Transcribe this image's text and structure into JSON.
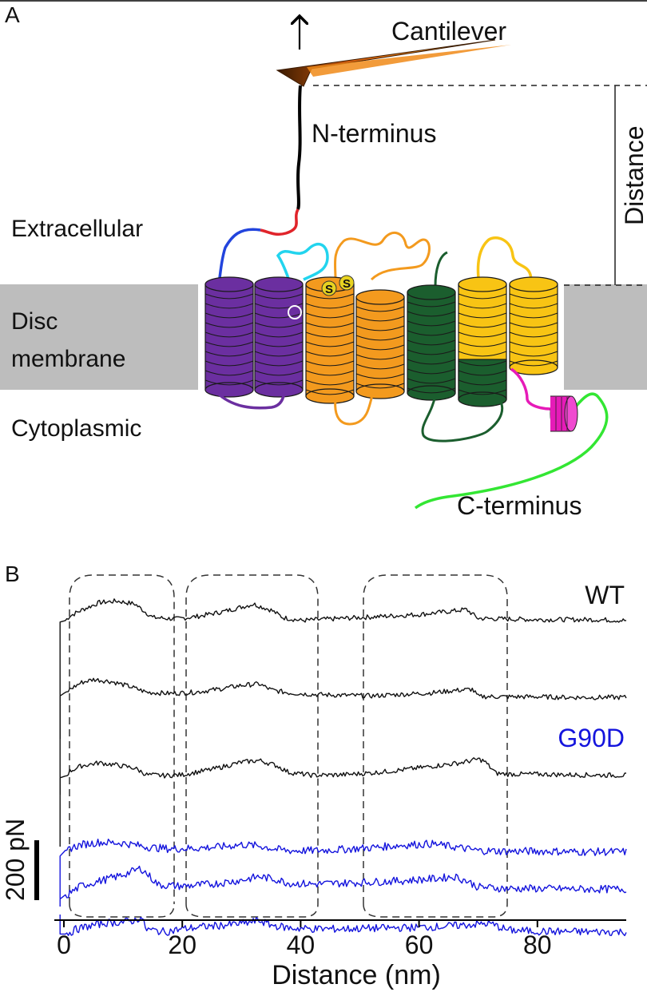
{
  "panels": {
    "a": {
      "letter": "A",
      "labels": {
        "cantilever": "Cantilever",
        "n_terminus": "N-terminus",
        "distance": "Distance",
        "extracellular": "Extracellular",
        "disc_line1": "Disc",
        "disc_line2": "membrane",
        "cytoplasmic": "Cytoplasmic",
        "c_terminus": "C-terminus",
        "disulfide_s1": "S",
        "disulfide_s2": "S"
      },
      "colors": {
        "membrane": "#bdbdbd",
        "helix_1_2": "#6b2fa0",
        "helix_3_4": "#f39a1e",
        "helix_5": "#1b5e2e",
        "helix_6_7": "#f8c414",
        "helix_8": "#e61bb8",
        "n_tail_red": "#e0242a",
        "n_tail_blue": "#2244dd",
        "loop_cyan": "#22d4ee",
        "c_tail_green": "#33e633",
        "cantilever": "#e07810"
      }
    },
    "b": {
      "letter": "B",
      "scale_bar_label": "200 pN",
      "chart_data": {
        "type": "line",
        "xlabel": "Distance (nm)",
        "ylabel": "",
        "xlim": [
          -2,
          95
        ],
        "x_ticks": [
          0,
          20,
          40,
          60,
          80
        ],
        "scale_bar": {
          "value": 200,
          "unit": "pN"
        },
        "series": [
          {
            "name": "WT",
            "color": "#111111",
            "label_shown": true,
            "x": [
              0,
              1,
              3,
              6,
              9,
              12,
              15,
              19,
              23,
              27,
              30,
              32,
              35,
              37,
              40,
              45,
              50,
              55,
              60,
              65,
              68,
              70,
              75,
              80,
              85,
              90,
              95
            ],
            "y": [
              310,
              330,
              350,
              375,
              380,
              370,
              325,
              320,
              330,
              345,
              360,
              370,
              350,
              325,
              315,
              320,
              325,
              330,
              335,
              345,
              352,
              322,
              320,
              318,
              318,
              318,
              315
            ]
          },
          {
            "name": "",
            "color": "#111111",
            "label_shown": false,
            "x": [
              0,
              1,
              3,
              5,
              8,
              11,
              14,
              18,
              22,
              26,
              30,
              33,
              35,
              38,
              42,
              47,
              52,
              57,
              62,
              66,
              69,
              70,
              75,
              80,
              85,
              90,
              95
            ],
            "y": [
              250,
              272,
              295,
              305,
              298,
              282,
              262,
              258,
              262,
              272,
              285,
              290,
              270,
              260,
              255,
              252,
              250,
              255,
              260,
              268,
              272,
              248,
              247,
              247,
              245,
              245,
              245
            ]
          },
          {
            "name": "",
            "color": "#111111",
            "label_shown": false,
            "x": [
              0,
              1,
              3,
              6,
              9,
              12,
              14,
              17,
              20,
              25,
              30,
              33,
              36,
              38,
              42,
              47,
              52,
              57,
              62,
              67,
              70,
              71,
              73,
              75,
              80,
              85,
              95
            ],
            "y": [
              150,
              172,
              190,
              200,
              192,
              182,
              160,
              157,
              160,
              178,
              202,
              208,
              190,
              168,
              158,
              160,
              166,
              176,
              188,
              200,
              212,
              206,
              165,
              162,
              162,
              160,
              158
            ]
          },
          {
            "name": "G90D",
            "color": "#1414dd",
            "label_shown": true,
            "x": [
              0,
              1,
              3,
              6,
              10,
              13,
              15,
              18,
              22,
              26,
              30,
              33,
              36,
              38,
              42,
              47,
              52,
              57,
              62,
              66,
              70,
              74,
              78,
              82,
              86,
              90,
              95
            ],
            "y": [
              62,
              88,
              100,
              108,
              105,
              96,
              90,
              86,
              88,
              92,
              100,
              96,
              84,
              80,
              80,
              84,
              90,
              98,
              103,
              92,
              80,
              78,
              78,
              78,
              76,
              76,
              76
            ]
          },
          {
            "name": "",
            "color": "#1414dd",
            "label_shown": false,
            "x": [
              0,
              1,
              3,
              6,
              9,
              12,
              13,
              14,
              16,
              20,
              25,
              30,
              33,
              36,
              38,
              42,
              47,
              52,
              57,
              62,
              66,
              68,
              70,
              75,
              80,
              88,
              95
            ],
            "y": [
              -55,
              -35,
              -10,
              5,
              20,
              40,
              48,
              30,
              -8,
              -12,
              -5,
              8,
              20,
              10,
              -2,
              -5,
              -2,
              2,
              6,
              12,
              20,
              6,
              -15,
              -20,
              -20,
              -22,
              -22
            ]
          },
          {
            "name": "",
            "color": "#1414dd",
            "label_shown": false,
            "x": [
              0,
              1,
              2,
              4,
              7,
              10,
              12,
              13,
              14,
              17,
              20,
              24,
              28,
              31,
              33,
              35,
              38,
              42,
              47,
              52,
              58,
              64,
              70,
              72,
              75,
              80,
              90,
              95
            ],
            "y": [
              -145,
              -140,
              -130,
              -120,
              -108,
              -105,
              -100,
              -88,
              -130,
              -138,
              -128,
              -120,
              -114,
              -108,
              -100,
              -115,
              -125,
              -128,
              -128,
              -126,
              -124,
              -120,
              -112,
              -110,
              -132,
              -136,
              -138,
              -138
            ]
          }
        ]
      }
    }
  }
}
